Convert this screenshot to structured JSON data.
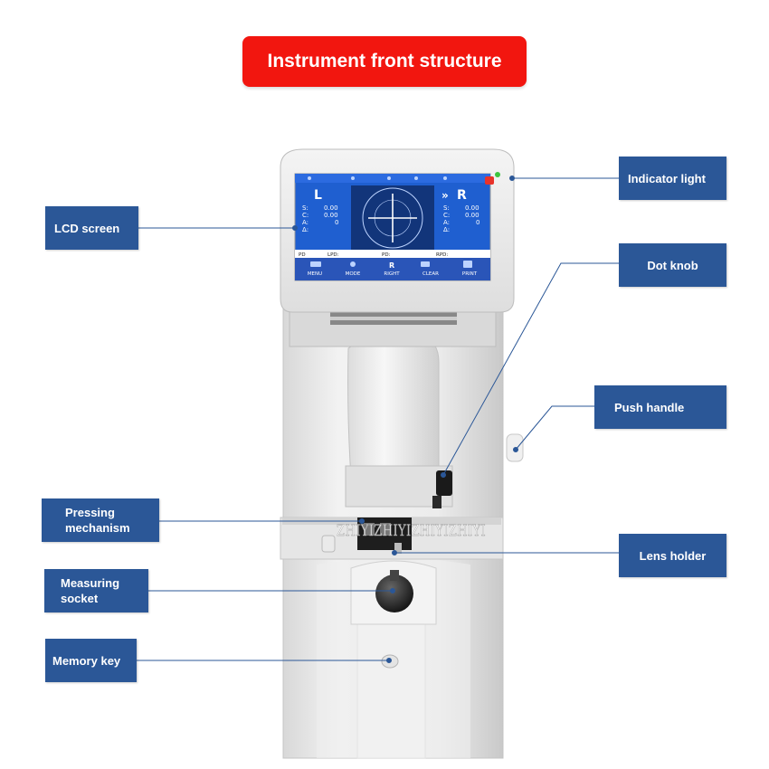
{
  "title": "Instrument front structure",
  "labels": {
    "indicator_light": "Indicator light",
    "lcd_screen": "LCD screen",
    "dot_knob": "Dot knob",
    "push_handle": "Push handle",
    "pressing_mechanism": "Pressing mechanism",
    "lens_holder": "Lens holder",
    "measuring_socket": "Measuring socket",
    "memory_key": "Memory key"
  },
  "lcd": {
    "left_eye": "L",
    "right_eye": "R",
    "left_rows": [
      {
        "key": "S:",
        "val": "0.00"
      },
      {
        "key": "C:",
        "val": "0.00"
      },
      {
        "key": "A:",
        "val": "0"
      },
      {
        "key": "Δ:",
        "val": ""
      }
    ],
    "right_rows": [
      {
        "key": "S:",
        "val": "0.00"
      },
      {
        "key": "C:",
        "val": "0.00"
      },
      {
        "key": "A:",
        "val": "0"
      },
      {
        "key": "Δ:",
        "val": ""
      }
    ],
    "pd_label": "PD",
    "lpd_label": "LPD:",
    "pd2_label": "PD:",
    "rpd_label": "RPD:",
    "buttons": [
      "MENU",
      "MODE",
      "RIGHT",
      "CLEAR",
      "PRINT"
    ],
    "right_button_glyph": "R"
  },
  "watermark": "ZHIYIZHIYIZHIYIZHIYI",
  "colors": {
    "title_bg": "#f2160f",
    "label_bg": "#2b5797",
    "lcd_bg": "#1f5fd0",
    "lcd_btn_bar": "#2a55b8",
    "indicator_green": "#3ec43e",
    "indicator_red": "#e8322a"
  }
}
